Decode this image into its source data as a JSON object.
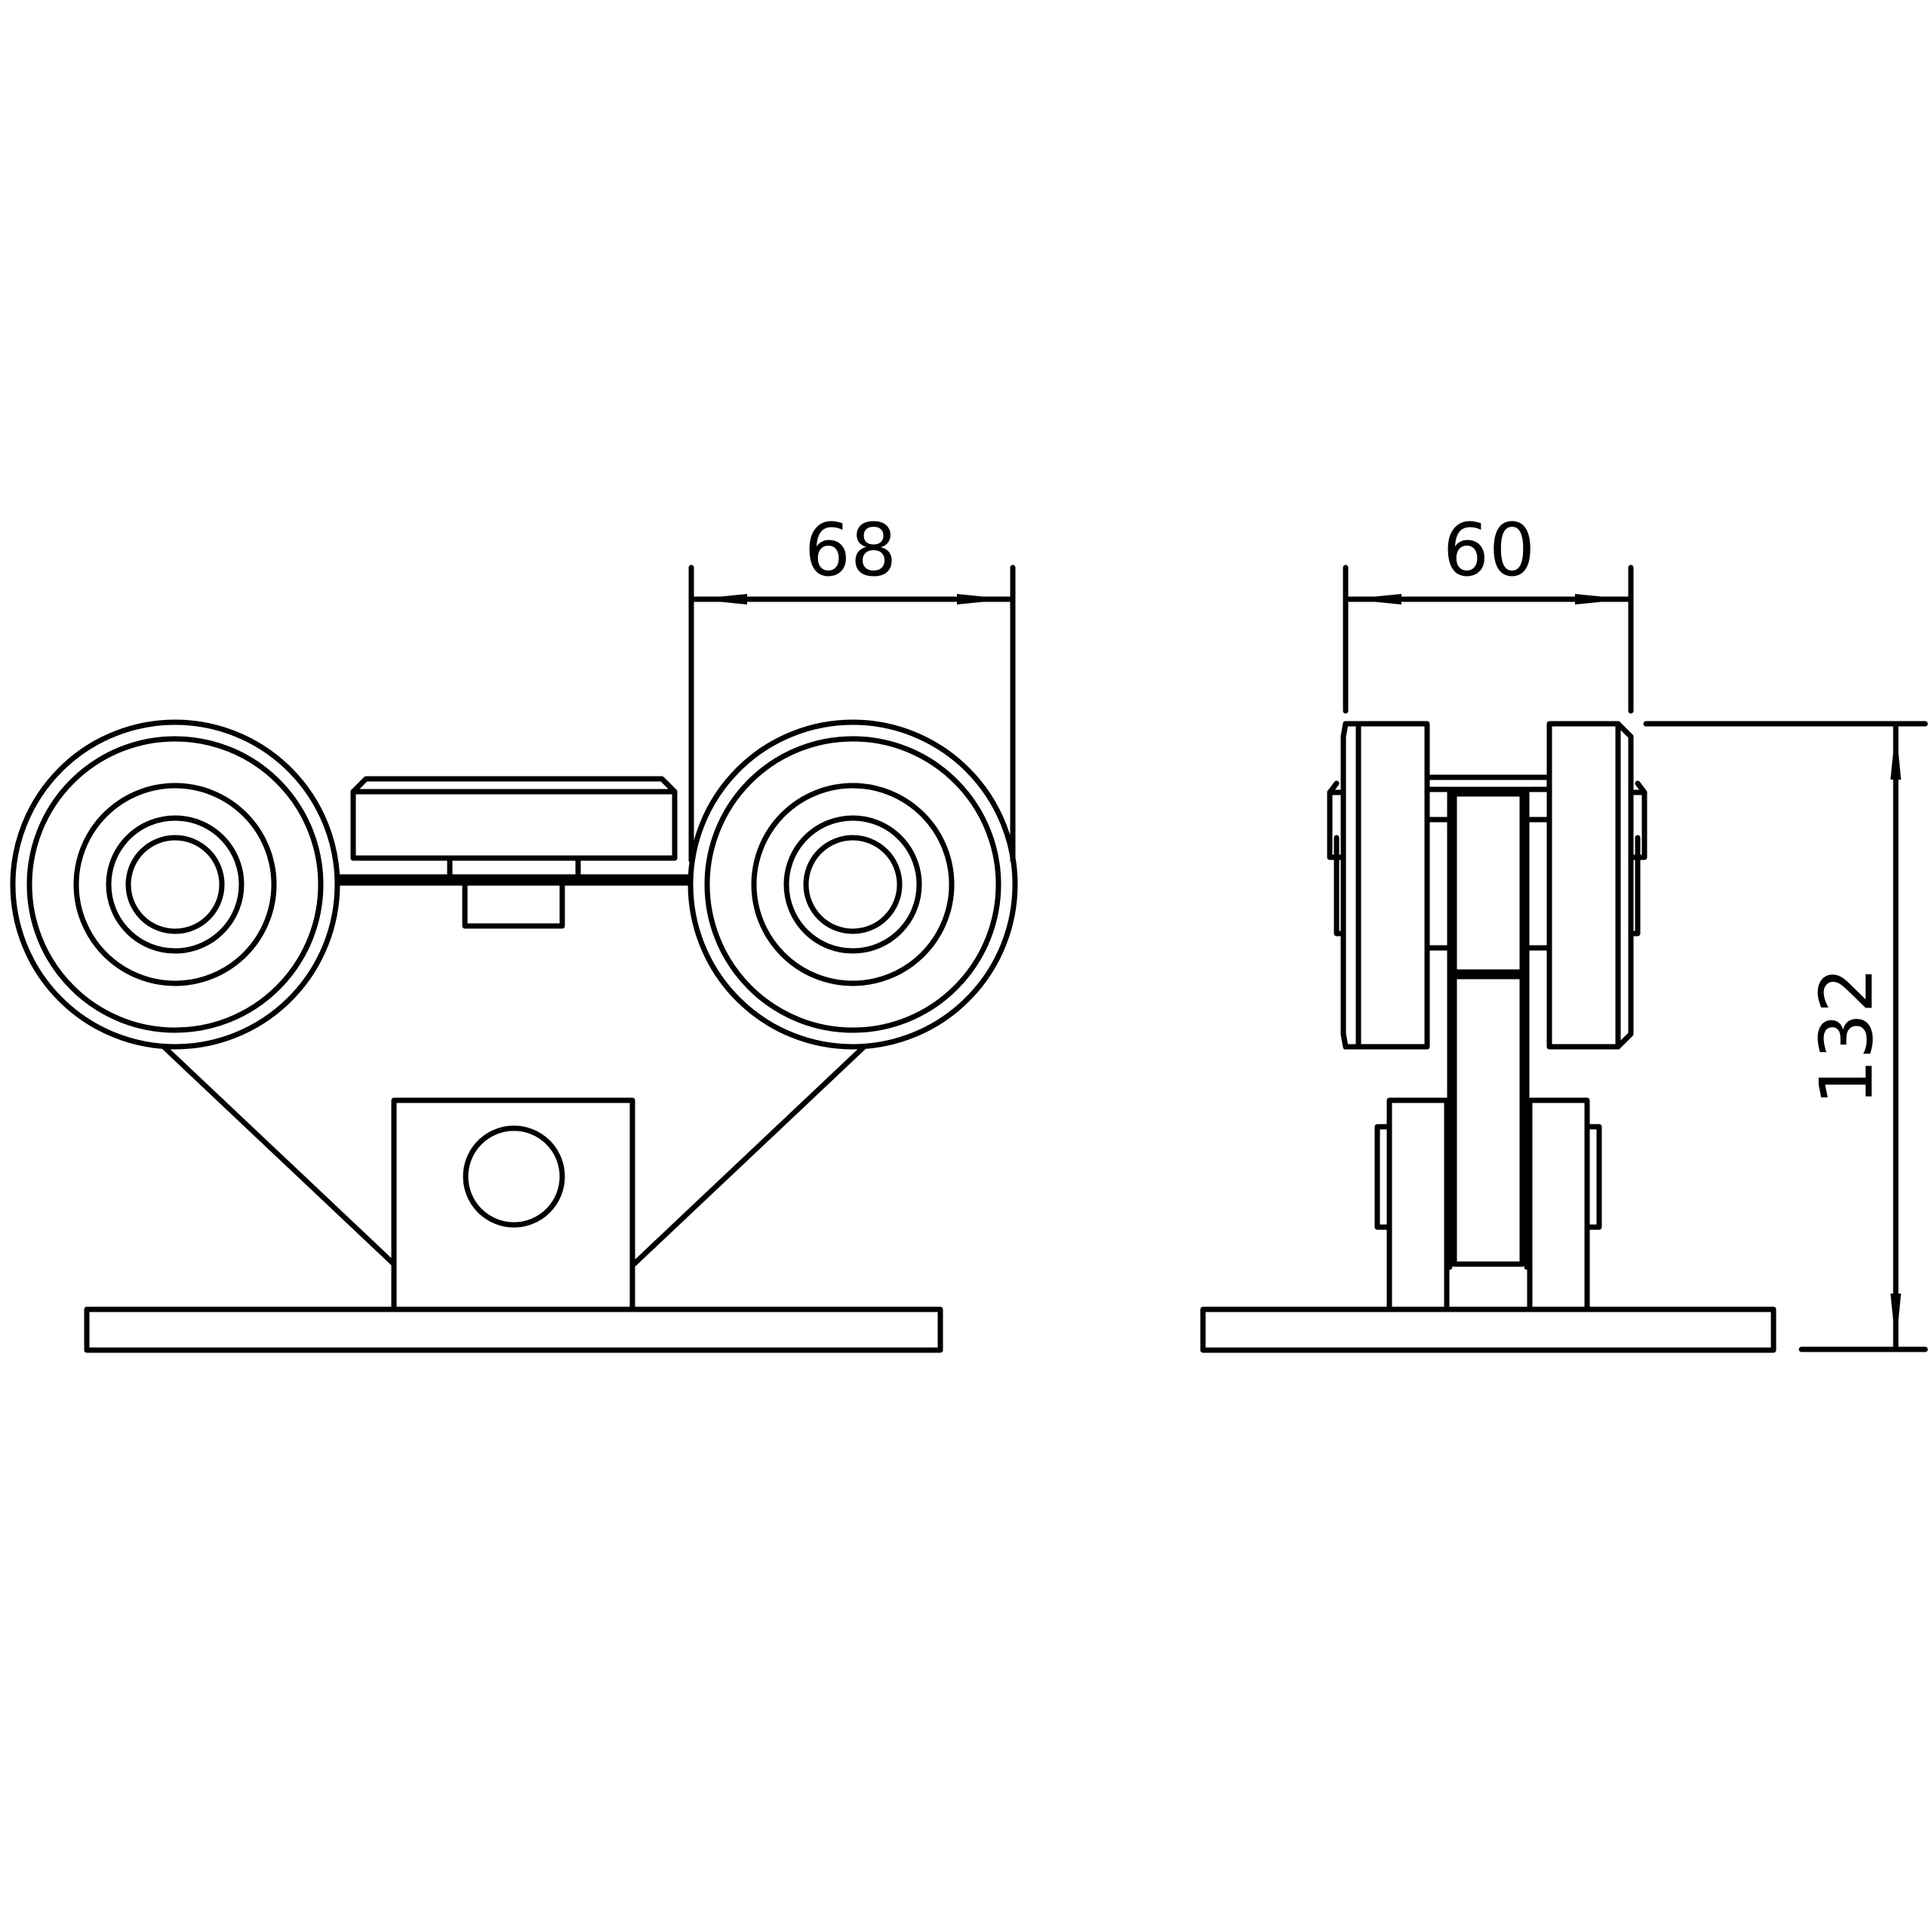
{
  "colors": {
    "stroke": "#000000",
    "background": "#ffffff"
  },
  "dimensions": {
    "wheel_spacing": "68",
    "width": "60",
    "height": "132"
  }
}
